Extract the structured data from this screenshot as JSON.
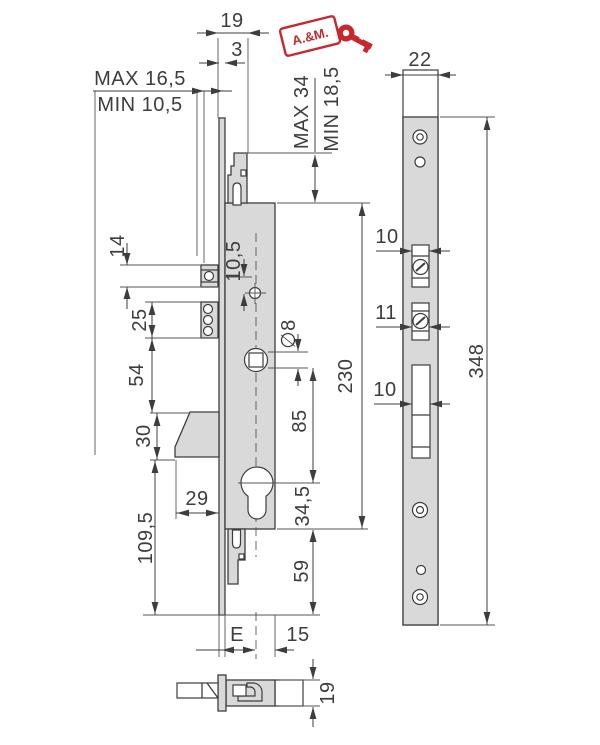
{
  "drawing": {
    "type": "technical-drawing",
    "subject": "mortise lock with rollers, deadbolt and euro cylinder - three views",
    "colors": {
      "line": "#3d3d3d",
      "metal_fill": "#d9d9d9",
      "brand_red": "#c5292e",
      "background": "#ffffff"
    }
  },
  "logo": {
    "label": "A.&M."
  },
  "front_view": {
    "dim_19_top": "19",
    "dim_3": "3",
    "dim_max_165": "MAX 16,5",
    "dim_min_105": "MIN 10,5",
    "dim_max_34": "MAX 34",
    "dim_min_185": "MIN 18,5",
    "dim_14": "14",
    "dim_25": "25",
    "dim_54": "54",
    "dim_30": "30",
    "dim_109_5": "109,5",
    "dim_29": "29",
    "dim_10_5": "10,5",
    "dim_dia8": "∅8",
    "dim_230": "230",
    "dim_85": "85",
    "dim_34_5": "34,5",
    "dim_59": "59"
  },
  "side_view": {
    "dim_22": "22",
    "dim_10_upper": "10",
    "dim_11": "11",
    "dim_10_lower": "10",
    "dim_348": "348"
  },
  "bottom_view": {
    "dim_E": "E",
    "dim_15": "15",
    "dim_19": "19"
  }
}
